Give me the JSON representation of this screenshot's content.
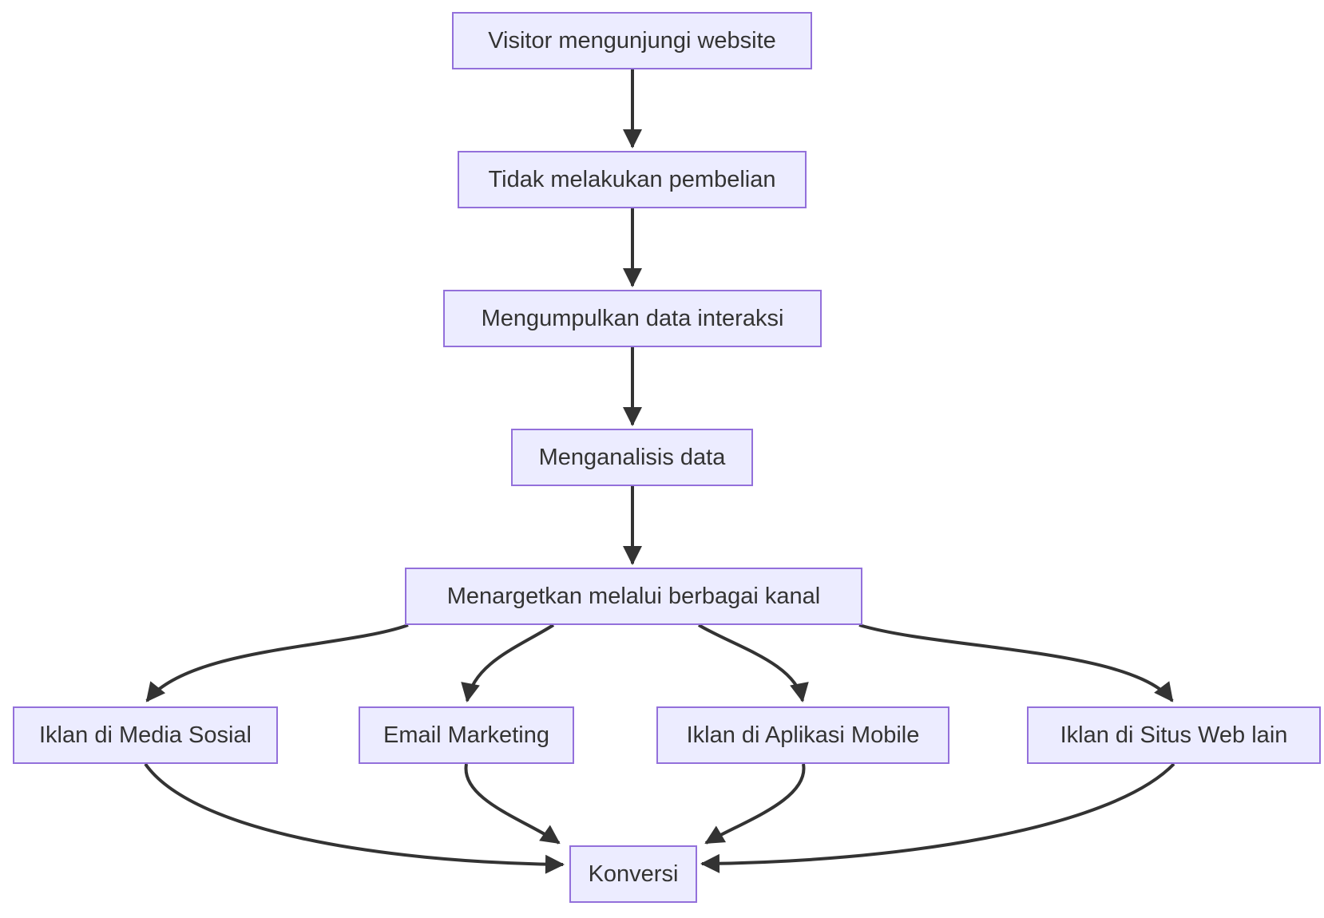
{
  "diagram": {
    "type": "flowchart",
    "direction": "top-down",
    "colors": {
      "node_fill": "#ECECFF",
      "node_border": "#9370DB",
      "node_text": "#333333",
      "edge_stroke": "#333333",
      "background": "#FFFFFF"
    },
    "nodes": [
      {
        "id": "visitor",
        "label": "Visitor mengunjungi website"
      },
      {
        "id": "tidak",
        "label": "Tidak melakukan pembelian"
      },
      {
        "id": "mengumpulkan",
        "label": "Mengumpulkan data interaksi"
      },
      {
        "id": "menganalisis",
        "label": "Menganalisis data"
      },
      {
        "id": "menargetkan",
        "label": "Menargetkan melalui berbagai kanal"
      },
      {
        "id": "media-sosial",
        "label": "Iklan di Media Sosial"
      },
      {
        "id": "email",
        "label": "Email Marketing"
      },
      {
        "id": "mobile",
        "label": "Iklan di Aplikasi Mobile"
      },
      {
        "id": "situs-web",
        "label": "Iklan di Situs Web lain"
      },
      {
        "id": "konversi",
        "label": "Konversi"
      }
    ],
    "edges": [
      {
        "from": "visitor",
        "to": "tidak"
      },
      {
        "from": "tidak",
        "to": "mengumpulkan"
      },
      {
        "from": "mengumpulkan",
        "to": "menganalisis"
      },
      {
        "from": "menganalisis",
        "to": "menargetkan"
      },
      {
        "from": "menargetkan",
        "to": "media-sosial"
      },
      {
        "from": "menargetkan",
        "to": "email"
      },
      {
        "from": "menargetkan",
        "to": "mobile"
      },
      {
        "from": "menargetkan",
        "to": "situs-web"
      },
      {
        "from": "media-sosial",
        "to": "konversi"
      },
      {
        "from": "email",
        "to": "konversi"
      },
      {
        "from": "mobile",
        "to": "konversi"
      },
      {
        "from": "situs-web",
        "to": "konversi"
      }
    ]
  }
}
